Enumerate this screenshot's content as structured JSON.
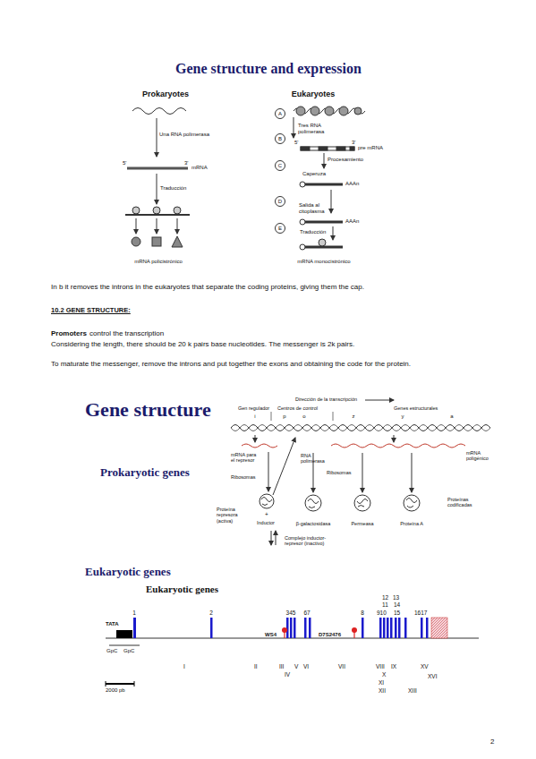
{
  "diagram": {
    "title": "Gene structure and expression",
    "nodes": [
      {
        "text": [
          "A"
        ]
      },
      {
        "text": [
          "B"
        ]
      },
      {
        "text": [
          "C"
        ]
      },
      {
        "text": [
          "D"
        ]
      },
      {
        "text": [
          "E"
        ]
      }
    ],
    "labels": [
      "Prokaryotes",
      "Eukaryotes",
      "Una RNA polimerasa",
      "5'",
      "3'",
      "mRNA",
      "Traducción",
      "mRNA policistrónico",
      "Tres RNA polimerasa",
      "5'",
      "3'",
      "pre mRNA",
      "Procesamiento",
      "Caperuza",
      "AAAn",
      "Salida al citoplasma",
      "AAAn",
      "Traducción",
      "mRNA monocistrónico",
      "In b it removes the introns in the eukaryotes that separate the coding proteins, giving them the cap.",
      "10.2 GENE STRUCTURE:",
      "Promoters",
      "control the transcription",
      "Considering the length, there should be 20 k pairs base nucleotides. The messenger is 2k pairs.",
      "To maturate the messenger, remove the introns and put together the exons and obtaining the code for the protein.",
      "Gene structure",
      "Prokaryotic genes",
      "Dirección de la transcripción",
      "Gen regulador",
      "Centros de control",
      "Genes estructurales",
      "i",
      "p",
      "o",
      "z",
      "y",
      "a",
      "mRNA para el represor",
      "RNA polimerasa",
      "mRNA poligénico",
      "Ribosomas",
      "Ribosomas",
      "Proteína represora (activa)",
      "+",
      "Inductor",
      "Complejo inductor-represor (inactivo)",
      "β-galactosidasa",
      "Permeasa",
      "Proteína A",
      "Proteínas codificadas",
      "Eukaryotic genes",
      "Eukaryotic genes",
      "1",
      "2",
      "345",
      "67",
      "8",
      "12",
      "13",
      "11",
      "14",
      "910",
      "15",
      "1617",
      "TATA",
      "GpC",
      "GpC",
      "WS4",
      "D7S2476",
      "I",
      "II",
      "III",
      "V",
      "VI",
      "IV",
      "VII",
      "VIII",
      "IX",
      "X",
      "XI",
      "XII",
      "XIII",
      "XV",
      "XVI",
      "2000 pb",
      "2"
    ]
  }
}
